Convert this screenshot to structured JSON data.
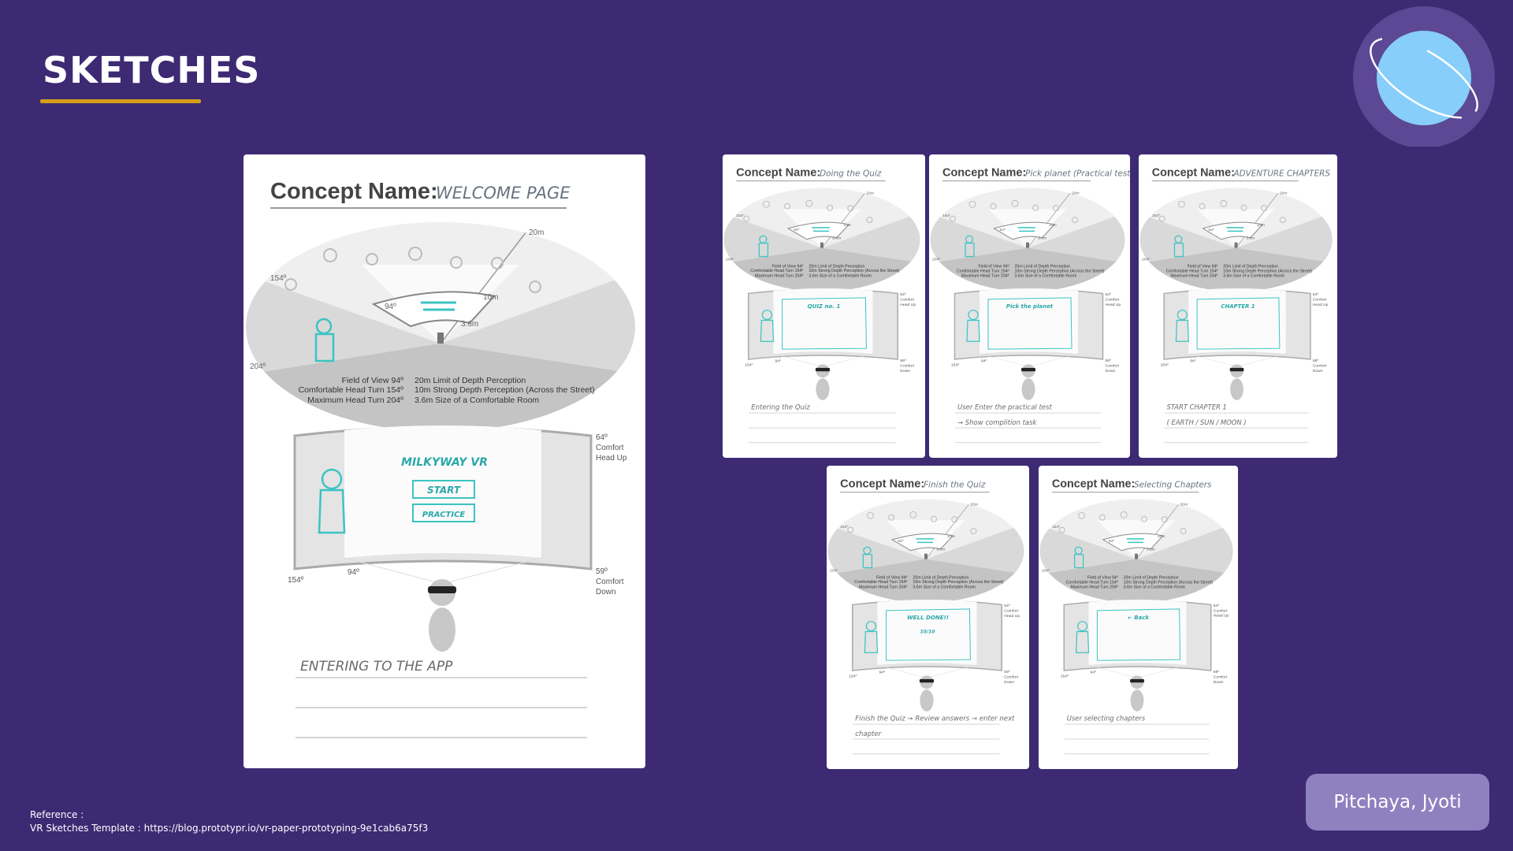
{
  "header": {
    "title": "SKETCHES"
  },
  "colors": {
    "background": "#3d2a73",
    "accent_underline": "#d4a017",
    "planet": "#87cefa",
    "planet_halo": "#5c4894",
    "sketch_teal": "#3cc3c3",
    "badge": "#8f80c0"
  },
  "logo": {
    "icon": "planet-icon"
  },
  "diagram": {
    "concept_label": "Concept Name:",
    "angle_154": "154º",
    "angle_204": "204º",
    "angle_94": "94º",
    "dist_20m": "20m",
    "dist_10m": "10m",
    "dist_36m": "3.6m",
    "fov_left": "Field of View 94º",
    "comfort_left": "Comfortable Head Turn 154º",
    "max_left": "Maximum Head Turn 204º",
    "fov_right": "20m Limit of Depth Perception",
    "comfort_right": "10m Strong Depth Perception (Across the Street)",
    "max_right": "3.6m Size of a Comfortable Room",
    "head_up_deg": "64º",
    "head_up_1": "Comfort",
    "head_up_2": "Head Up",
    "down_deg": "59º",
    "down_1": "Comfort",
    "down_2": "Down",
    "screen_154": "154º",
    "screen_94": "94º"
  },
  "panels": [
    {
      "concept_name": "WELCOME PAGE",
      "screen_title": "MILKYWAY VR",
      "screen_line1": "START",
      "screen_line2": "PRACTICE",
      "note1": "ENTERING TO THE APP",
      "note2": ""
    },
    {
      "concept_name": "Doing the Quiz",
      "screen_title": "QUIZ no. 1",
      "screen_line1": "",
      "screen_line2": "",
      "note1": "Entering the Quiz",
      "note2": ""
    },
    {
      "concept_name": "Pick planet (Practical tests)",
      "screen_title": "Pick the planet",
      "screen_line1": "",
      "screen_line2": "",
      "note1": "User Enter the practical test",
      "note2": "→ Show complition task"
    },
    {
      "concept_name": "ADVENTURE CHAPTERS",
      "screen_title": "CHAPTER 1",
      "screen_line1": "",
      "screen_line2": "",
      "note1": "START CHAPTER 1",
      "note2": "( EARTH / SUN / MOON )"
    },
    {
      "concept_name": "Finish the Quiz",
      "screen_title": "WELL DONE!!",
      "screen_line1": "10/10",
      "screen_line2": "",
      "note1": "Finish the Quiz → Review answers → enter next",
      "note2": "chapter"
    },
    {
      "concept_name": "Selecting Chapters",
      "screen_title": "← Back",
      "screen_line1": "",
      "screen_line2": "",
      "note1": "User selecting chapters",
      "note2": ""
    }
  ],
  "footer": {
    "reference_label": "Reference :",
    "reference_text": "VR Sketches Template : https://blog.prototypr.io/vr-paper-prototyping-9e1cab6a75f3",
    "author": "Pitchaya, Jyoti"
  }
}
